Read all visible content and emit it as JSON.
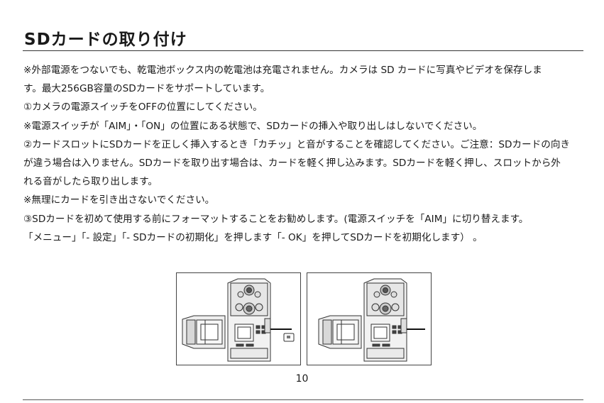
{
  "title": "SDカードの取り付け",
  "lines": [
    "※外部電源をつないでも、乾電池ボックス内の乾電池は充電されません。カメラは SD カードに写真やビデオを保存しま",
    "す。最大256GB容量のSDカードをサポートしています。",
    "①カメラの電源スイッチをOFFの位置にしてください。",
    "※電源スイッチが「AIM」・「ON」の位置にある状態で、SDカードの挿入や取り出しはしないでください。",
    "②カードスロットにSDカードを正しく挿入するとき「カチッ」と音がすることを確認してください。ご注意：SDカードの向き",
    "が違う場合は入りません。SDカードを取り出す場合は、カードを軽く押し込みます。SDカードを軽く押し、スロットから外",
    "れる音がしたら取り出します。",
    "※無理にカードを引き出さないでください。",
    "③SDカードを初めて使用する前にフォーマットすることをお勧めします。(電源スイッチを「AIM」に切り替えます。",
    "「メニュー」「- 設定」「- SDカードの初期化」を押します「- OK」を押してSDカードを初期化します） 。"
  ],
  "page_number": "10"
}
